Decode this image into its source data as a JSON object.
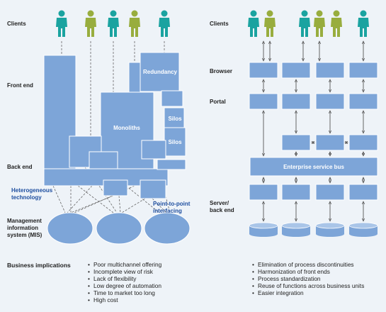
{
  "left": {
    "row_labels": {
      "clients": "Clients",
      "front_end": "Front end",
      "back_end": "Back end",
      "mis_line1": "Management",
      "mis_line2": "information",
      "mis_line3": "system (MIS)"
    },
    "box_labels": {
      "redundancy": "Redundancy",
      "monoliths": "Monoliths",
      "silos_1": "Silos",
      "silos_2": "Silos"
    },
    "callouts": {
      "heterogeneous_1": "Heterogeneous",
      "heterogeneous_2": "technology",
      "p2p_1": "Point-to-point",
      "p2p_2": "interfacing"
    },
    "client_colors": [
      "#1aa3a0",
      "#98ad3e",
      "#1aa3a0",
      "#98ad3e",
      "#1aa3a0"
    ]
  },
  "right": {
    "row_labels": {
      "clients": "Clients",
      "browser": "Browser",
      "portal": "Portal",
      "server_1": "Server/",
      "server_2": "back end"
    },
    "bus_label": "Enterprise service bus",
    "client_colors": [
      "#1aa3a0",
      "#98ad3e",
      "#1aa3a0",
      "#98ad3e",
      "#98ad3e",
      "#1aa3a0"
    ]
  },
  "business": {
    "title": "Business implications",
    "left_items": [
      "Poor multichannel offering",
      "Incomplete view of risk",
      "Lack of flexibility",
      "Low degree of automation",
      "Time to market too long",
      "High cost"
    ],
    "right_items": [
      "Elimination of process discontinuities",
      "Harmonization of front ends",
      "Process standardization",
      "Reuse of functions across business units",
      "Easier integration"
    ]
  },
  "colors": {
    "box": "#7da5d8",
    "teal_person": "#1aa3a0",
    "olive_person": "#98ad3e",
    "callout_text": "#1f4fa0",
    "background": "#eef3f8"
  }
}
